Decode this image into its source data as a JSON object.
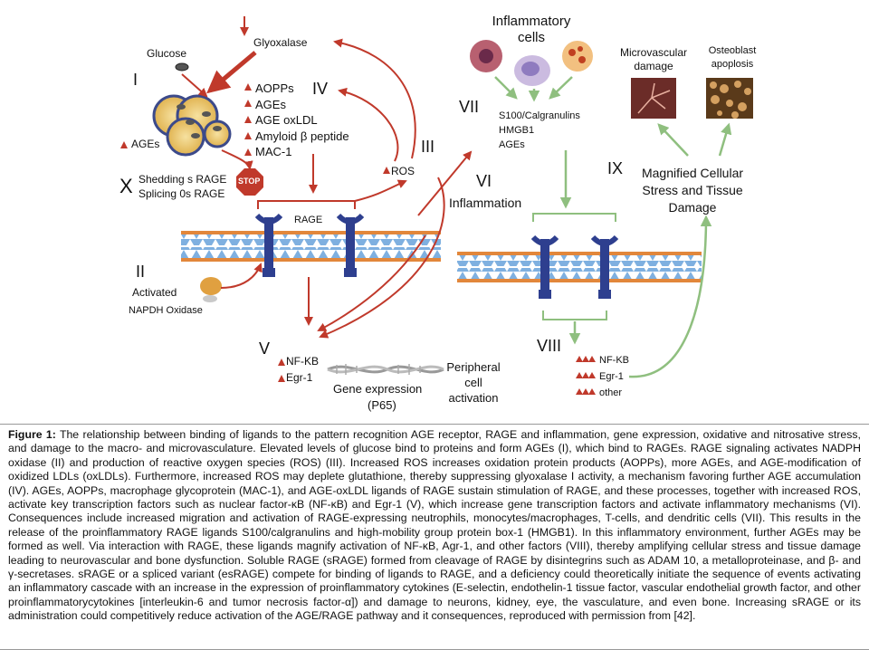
{
  "labels": {
    "glucose": "Glucose",
    "glyoxalase": "Glyoxalase",
    "roman_i": "I",
    "roman_ii": "II",
    "roman_iii": "III",
    "roman_iv": "IV",
    "roman_v": "V",
    "roman_vi": "VI",
    "roman_vii": "VII",
    "roman_viii": "VIII",
    "roman_ix": "IX",
    "roman_x": "X",
    "ages_left": "AGEs",
    "stop_sign": "STOP",
    "shedding": "Shedding s RAGE",
    "splicing": "Splicing 0s RAGE",
    "rage": "RAGE",
    "activated": "Activated",
    "napdh": "NAPDH Oxidase",
    "ros": "ROS",
    "nf_kb_left": "NF-KB",
    "egr_left": "Egr-1",
    "gene_expression": "Gene expression",
    "p65": "(P65)",
    "peripheral_1": "Peripheral",
    "peripheral_2": "cell",
    "peripheral_3": "activation",
    "inflammation": "Inflammation",
    "inflammatory_1": "Inflammatory",
    "inflammatory_2": "cells",
    "s100": "S100/Calgranulins",
    "hmgb1": "HMGB1",
    "ages_right": "AGEs",
    "microvascular_1": "Microvascular",
    "microvascular_2": "damage",
    "osteoblast_1": "Osteoblast",
    "osteoblast_2": "apoplosis",
    "magnified_1": "Magnified Cellular",
    "magnified_2": "Stress and Tissue",
    "magnified_3": "Damage",
    "nf_kb_right": "NF-KB",
    "egr_right": "Egr-1",
    "other": "other"
  },
  "ligand_list": [
    "AOPPs",
    "AGEs",
    "AGE oxLDL",
    "Amyloid β peptide",
    "MAC-1"
  ],
  "caption": {
    "label": "Figure 1:",
    "text": "The relationship between binding of ligands to the pattern recognition AGE receptor, RAGE and inflammation, gene expression, oxidative and nitrosative stress, and damage to the macro- and microvasculature. Elevated levels of glucose bind to proteins and form AGEs (I), which bind to RAGEs. RAGE signaling activates NADPH oxidase (II) and production of reactive oxygen species (ROS) (III). Increased ROS increases oxidation protein products (AOPPs), more AGEs, and AGE-modification of oxidized LDLs (oxLDLs). Furthermore, increased ROS may deplete glutathione, thereby suppressing glyoxalase I activity, a mechanism favoring further AGE accumulation (IV). AGEs, AOPPs, macrophage glycoprotein (MAC-1), and AGE-oxLDL ligands of RAGE sustain stimulation of RAGE, and these processes, together with increased ROS, activate key transcription factors such as nuclear factor-κB (NF-κB) and Egr-1 (V), which increase gene transcription factors and activate inflammatory mechanisms (VI). Consequences include increased migration and activation of RAGE-expressing neutrophils, monocytes/macrophages, T-cells, and dendritic cells (VII). This results in the release of the proinflammatory RAGE ligands S100/calgranulins and high-mobility group protein box-1 (HMGB1). In this inflammatory environment, further AGEs may be formed as well. Via interaction with RAGE, these ligands magnify activation of NF-κB, Agr-1, and other factors (VIII), thereby amplifying cellular stress and tissue damage leading to neurovascular and bone dysfunction. Soluble RAGE (sRAGE) formed from cleavage of RAGE by disintegrins such as ADAM 10, a metalloproteinase, and β- and γ-secretases. sRAGE or a spliced variant (esRAGE) compete for binding of ligands to RAGE, and a deficiency could theoretically initiate the sequence of events activating an inflammatory cascade with an increase in the expression of proinflammatory cytokines (E-selectin, endothelin-1 tissue factor, vascular endothelial growth factor, and other proinflammatorycytokines [interleukin-6 and tumor necrosis factor-α]) and damage to neurons, kidney, eye, the vasculature, and even bone. Increasing sRAGE or its administration could competitively reduce activation of the AGE/RAGE pathway and it consequences, reproduced with permission from [42]."
  },
  "colors": {
    "red_arrow": "#c0392b",
    "green_arrow": "#8fbf7f",
    "membrane_blue": "#5b9bd5",
    "membrane_orange": "#e2873b",
    "receptor_navy": "#2e3f8f",
    "stop_red": "#c0392b"
  }
}
